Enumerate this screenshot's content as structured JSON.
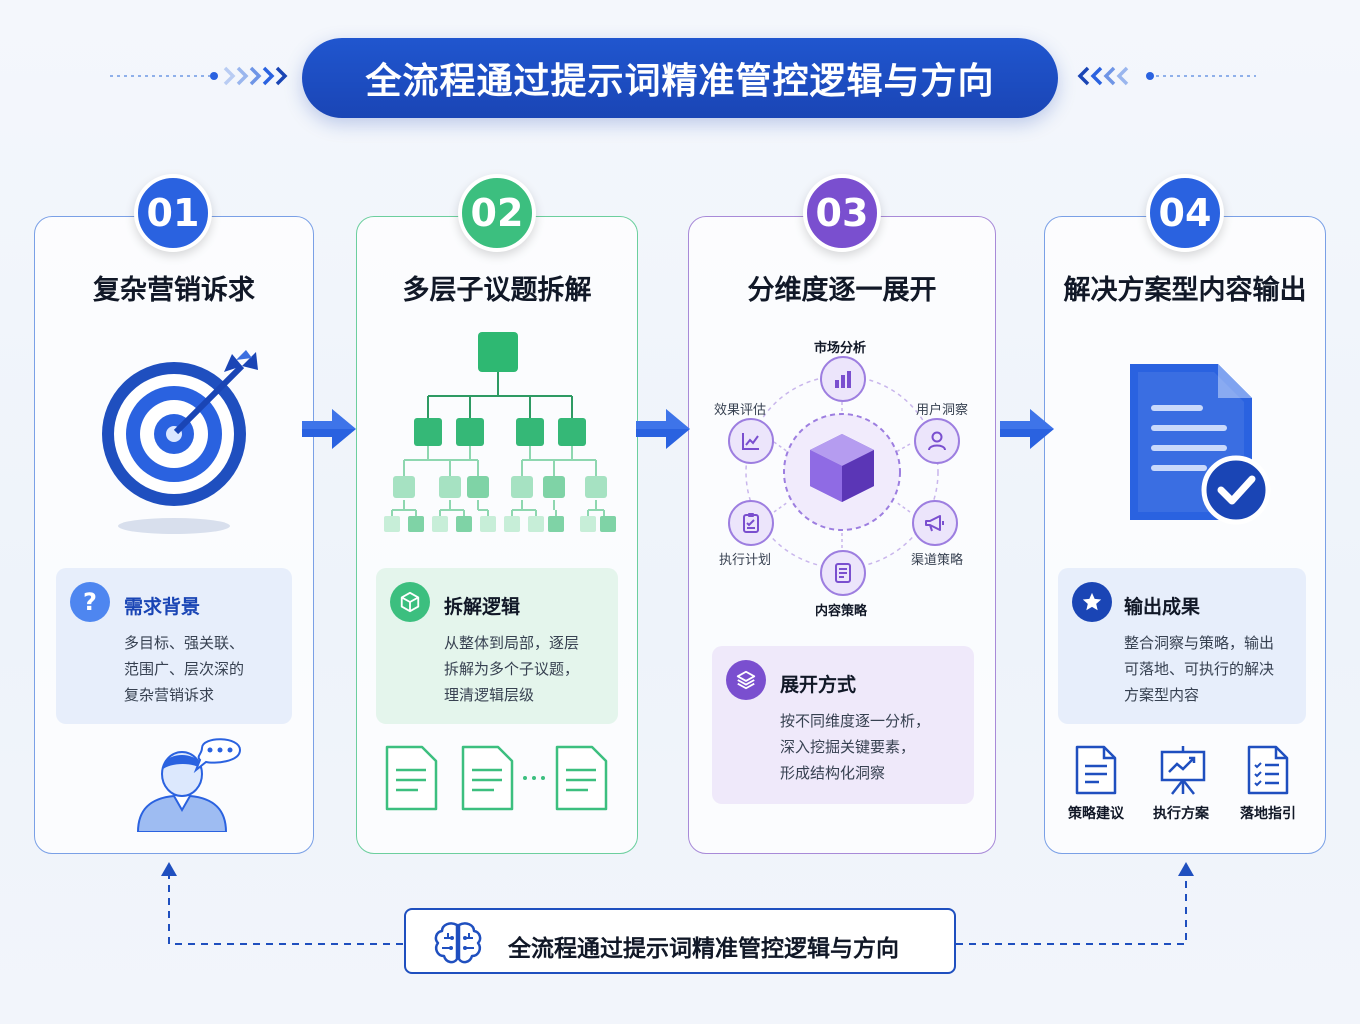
{
  "title": "全流程通过提示词精准管控逻辑与方向",
  "steps": [
    {
      "number": "01",
      "title": "复杂营销诉求",
      "box": {
        "icon_text": "?",
        "heading": "需求背景",
        "lines": [
          "多目标、强关联、",
          "范围广、层次深的",
          "复杂营销诉求"
        ]
      }
    },
    {
      "number": "02",
      "title": "多层子议题拆解",
      "box": {
        "heading": "拆解逻辑",
        "lines": [
          "从整体到局部，逐层",
          "拆解为多个子议题，",
          "理清逻辑层级"
        ]
      }
    },
    {
      "number": "03",
      "title": "分维度逐一展开",
      "dimensions": [
        "市场分析",
        "用户洞察",
        "渠道策略",
        "内容策略",
        "执行计划",
        "效果评估"
      ],
      "box": {
        "heading": "展开方式",
        "lines": [
          "按不同维度逐一分析，",
          "深入挖掘关键要素，",
          "形成结构化洞察"
        ]
      }
    },
    {
      "number": "04",
      "title": "解决方案型内容输出",
      "box": {
        "heading": "输出成果",
        "lines": [
          "整合洞察与策略，输出",
          "可落地、可执行的解决",
          "方案型内容"
        ]
      },
      "outputs": [
        "策略建议",
        "执行方案",
        "落地指引"
      ]
    }
  ],
  "footer": {
    "label": "全流程通过提示词精准管控逻辑与方向"
  },
  "colors": {
    "blue": "#2a62e0",
    "green": "#3cbf7f",
    "purple": "#7a4fcf",
    "navy": "#1a45b5"
  }
}
